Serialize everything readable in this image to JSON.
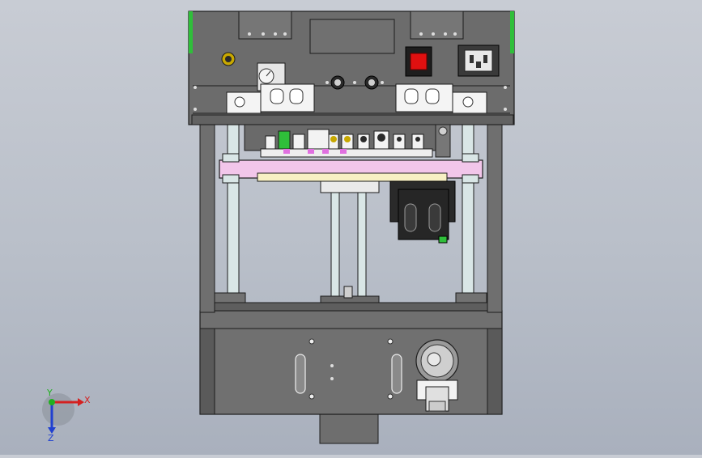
{
  "viewport": {
    "background_top": "#c8ccd4",
    "background_bottom": "#a9b0bd"
  },
  "colors": {
    "frame": "#707070",
    "frame_dark": "#4a4a4a",
    "outline": "#1c1c1c",
    "rail": "#d9e6e6",
    "carrier": "#f2c6ea",
    "carrier_strip": "#f7f0c4",
    "accent_green": "#2fbf3a",
    "switch_red": "#e01010",
    "motor": "#2a2a2a"
  },
  "triad": {
    "x_label": "X",
    "y_label": "Y",
    "z_label": "Z",
    "x_color": "#d42020",
    "y_color": "#20b020",
    "z_color": "#2040d0"
  }
}
